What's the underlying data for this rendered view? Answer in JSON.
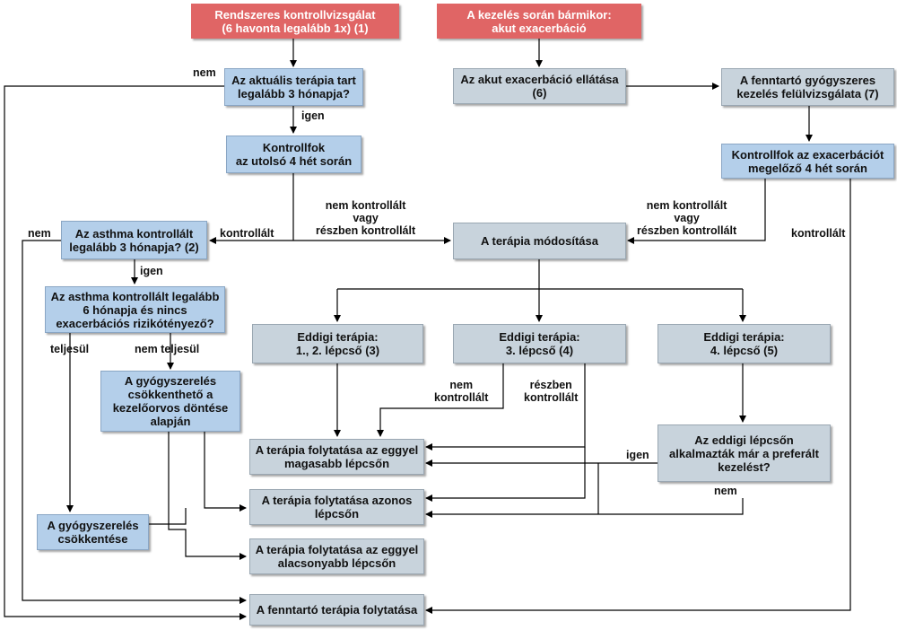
{
  "colors": {
    "start": "#e06565",
    "question": "#b4cfea",
    "action": "#c8d3dc",
    "line": "#000000"
  },
  "boxes": {
    "start_routine": "Rendszeres kontrollvizsgálat\n(6 havonta legalább 1x) (1)",
    "start_acute": "A kezelés során bármikor:\nakut exacerbáció",
    "q_therapy3": "Az aktuális terápia tart\nlegalább 3 hónapja?",
    "control_4weeks": "Kontrollfok\naz utolsó 4 hét során",
    "q_controlled3": "Az asthma kontrollált\nlegalább 3 hónapja? (2)",
    "q_controlled6": "Az asthma kontrollált legalább\n6 hónapja és nincs\nexacerbációs rizikótényező?",
    "reduce_possible": "A gyógyszerelés\ncsökkenthető a\nkezelőorvos döntése\nalapján",
    "reduce": "A gyógyszerelés\ncsökkentése",
    "acute_care": "Az akut exacerbáció ellátása\n(6)",
    "review": "A fenntartó gyógyszeres\nkezelés felülvizsgálata (7)",
    "control_before": "Kontrollfok az exacerbációt\nmegelőző 4 hét során",
    "modify": "A terápia módosítása",
    "step12": "Eddigi terápia:\n1., 2. lépcső (3)",
    "step3": "Eddigi terápia:\n3. lépcső (4)",
    "step4": "Eddigi terápia:\n4. lépcső (5)",
    "q_preferred": "Az eddigi lépcsőn\nalkalmazták már a preferált\nkezelést?",
    "higher": "A terápia folytatása az eggyel\nmagasabb lépcsőn",
    "same": "A terápia folytatása azonos\nlépcsőn",
    "lower": "A terápia folytatása az eggyel\nalacsonyabb lépcsőn",
    "maintain": "A fenntartó terápia folytatása"
  },
  "labels": {
    "nem_1": "nem",
    "igen_1": "igen",
    "nem_2": "nem",
    "kontrollalt_1": "kontrollált",
    "uncontrolled_1": "nem kontrollált\nvagy\nrészben kontrollált",
    "igen_2": "igen",
    "uncontrolled_2": "nem kontrollált\nvagy\nrészben kontrollált",
    "kontrollalt_2": "kontrollált",
    "teljesul": "teljesül",
    "nem_teljesul": "nem teljesül",
    "nem_kontrollalt": "nem\nkontrollált",
    "reszben_kontrollalt": "részben\nkontrollált",
    "igen_3": "igen",
    "nem_3": "nem"
  }
}
